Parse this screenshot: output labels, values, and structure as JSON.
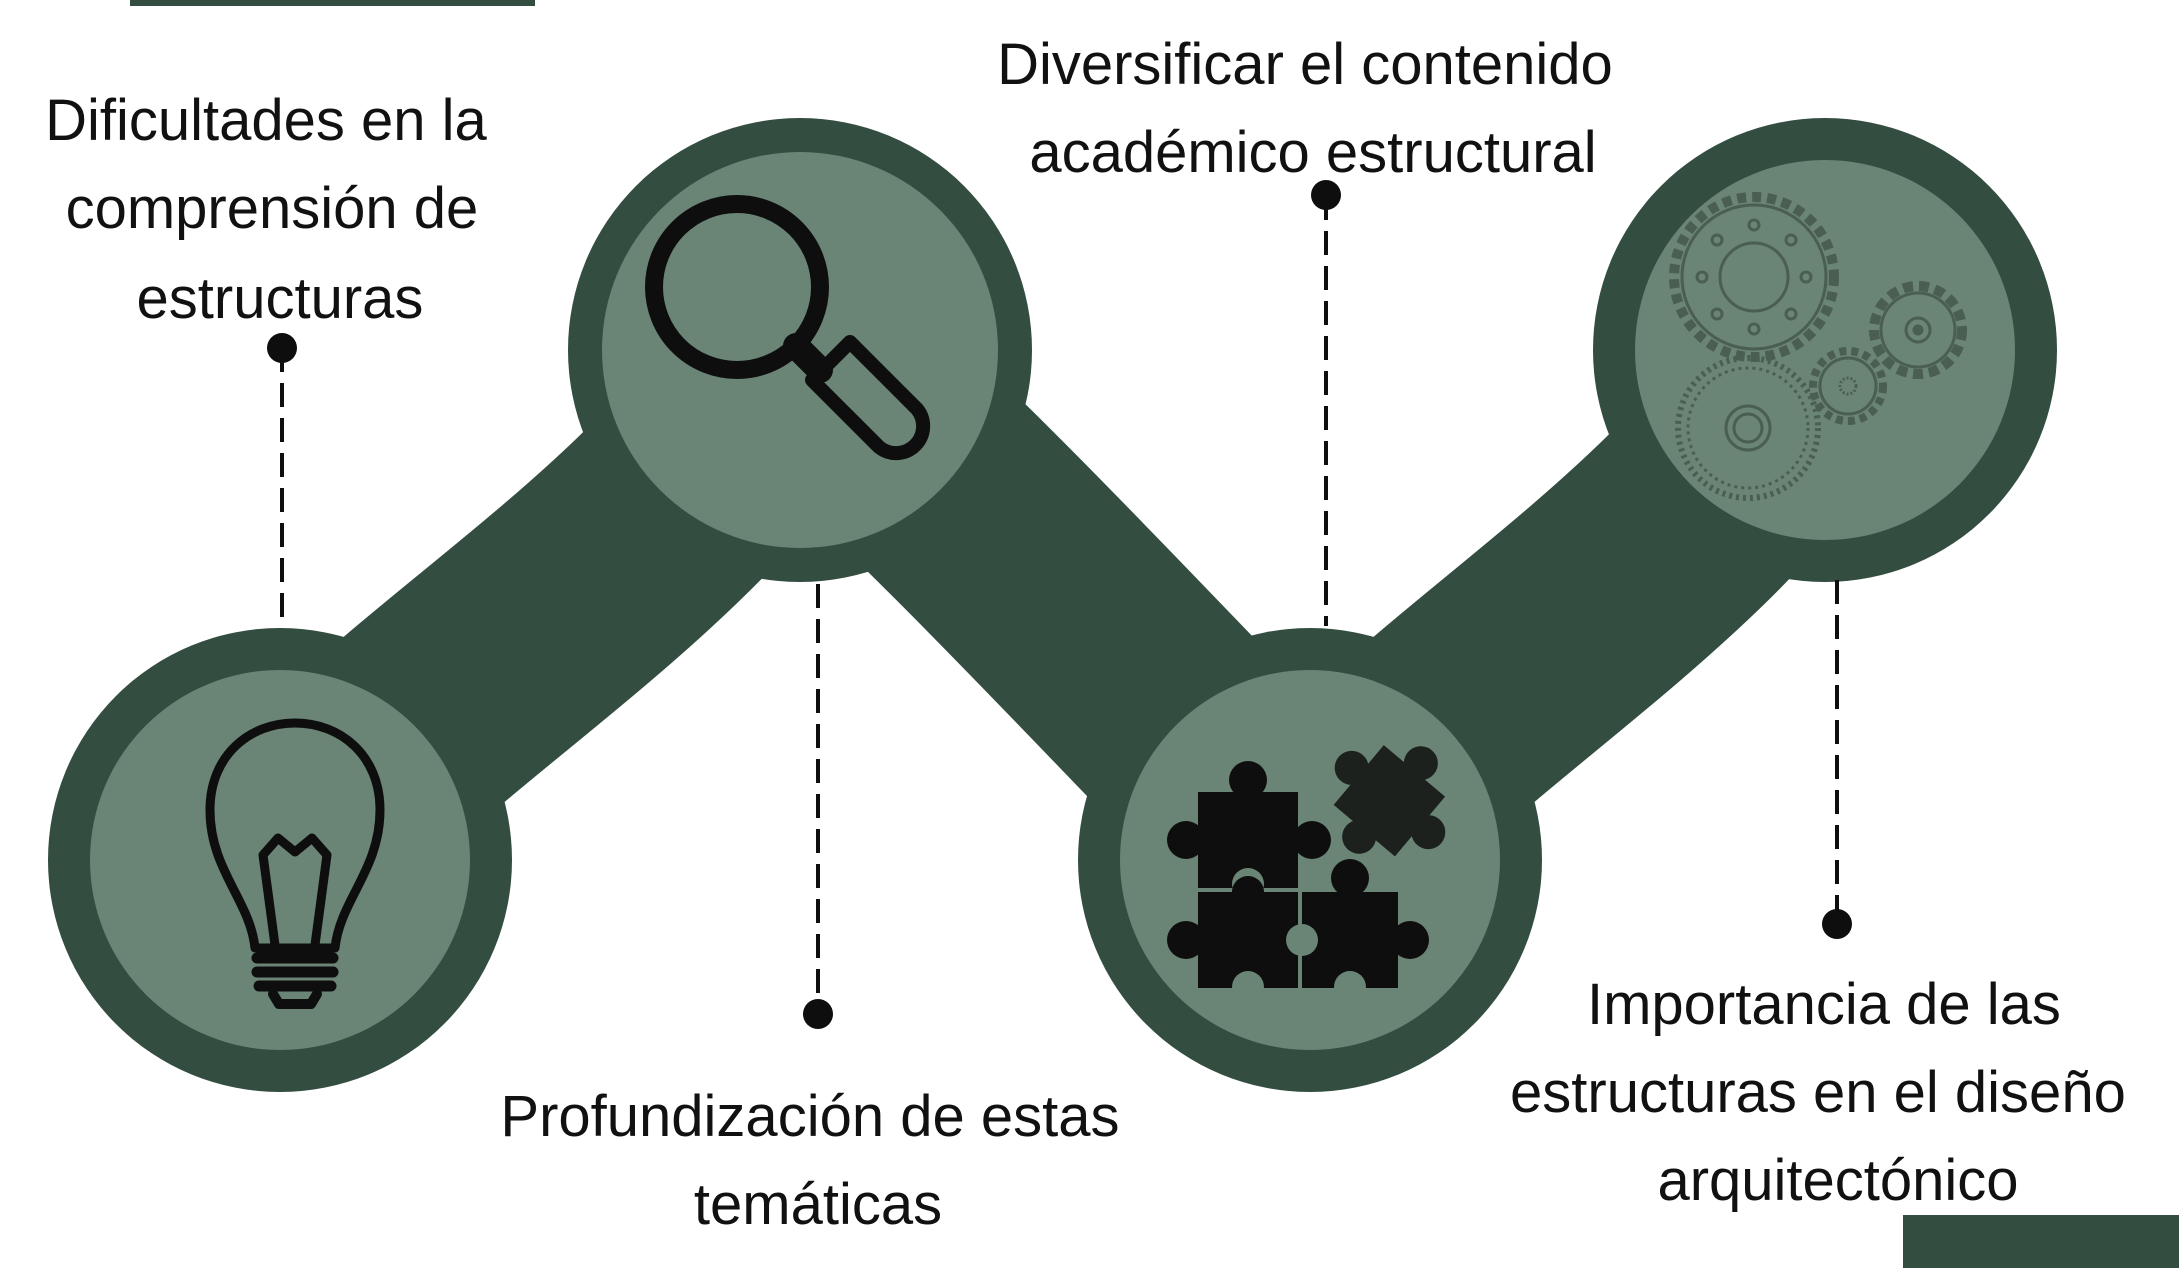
{
  "colors": {
    "background": "#ffffff",
    "track": "#344d41",
    "node_fill": "#6a8475",
    "icon_dark": "#0e0e0e",
    "gear_stroke": "#4a5e52",
    "text": "#111111",
    "corner_bar": "#344d41"
  },
  "steps": [
    {
      "icon": "lightbulb-icon",
      "label_lines": [
        "Dificultades en la",
        "comprensión de",
        "estructuras"
      ]
    },
    {
      "icon": "magnifying-glass-icon",
      "label_lines": [
        "Profundización de estas",
        "temáticas"
      ]
    },
    {
      "icon": "puzzle-pieces-icon",
      "label_lines": [
        "Diversificar el contenido",
        "académico estructural"
      ]
    },
    {
      "icon": "gears-icon",
      "label_lines": [
        "Importancia de las",
        "estructuras en el diseño",
        "arquitectónico"
      ]
    }
  ]
}
